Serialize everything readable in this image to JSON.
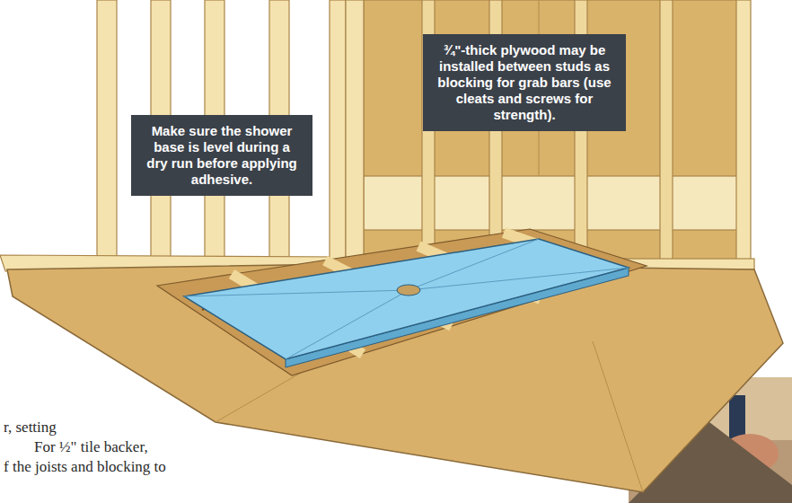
{
  "diagram": {
    "nodes": [
      {
        "text": [
          "Make sure the shower base is level during a dry run before applying adhesive."
        ]
      },
      {
        "text": [
          "¾\"-thick plywood may be installed between studs as blocking for grab bars (use cleats and screws for strength)."
        ]
      }
    ],
    "labels": [
      "r, setting",
      "For ½\" tile backer,",
      "f the joists and blocking to"
    ]
  }
}
